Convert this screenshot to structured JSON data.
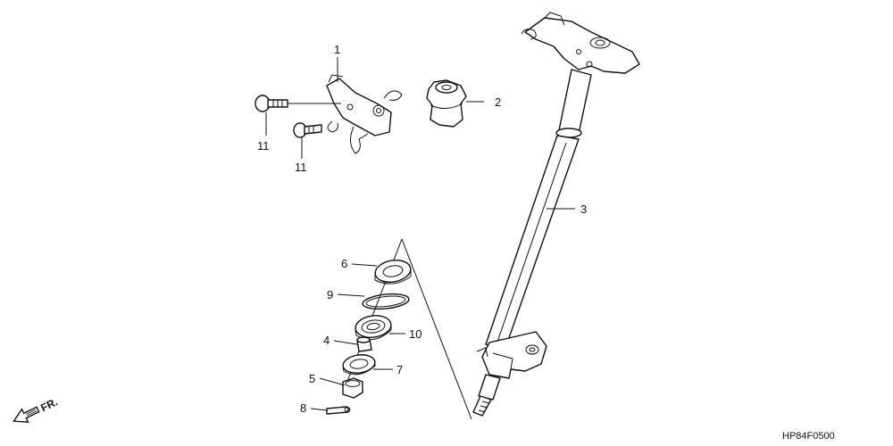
{
  "labels": {
    "p1": "1",
    "p2": "2",
    "p3": "3",
    "p4": "4",
    "p5": "5",
    "p6": "6",
    "p7": "7",
    "p8": "8",
    "p9": "9",
    "p10": "10",
    "p11a": "11",
    "p11b": "11"
  },
  "front_marker": "FR.",
  "diagram_code": "HP84F0500"
}
